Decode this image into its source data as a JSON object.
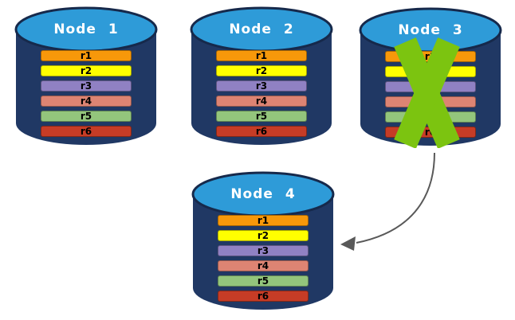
{
  "colors": {
    "background": "#ffffff",
    "cylinder_body": "#203864",
    "cylinder_edge": "#16294b",
    "cylinder_top": "#2E9BD8",
    "title_text": "#ffffff",
    "row_text": "#000000",
    "cross": "#7CC410",
    "arrow": "#595959"
  },
  "rows": [
    "r1",
    "r2",
    "r3",
    "r4",
    "r5",
    "r6"
  ],
  "row_colors": [
    "#F7980A",
    "#FFFF00",
    "#9081C3",
    "#DD8473",
    "#93C57C",
    "#C63C26"
  ],
  "nodes": [
    {
      "title": "Node 1",
      "failed": false
    },
    {
      "title": "Node 2",
      "failed": false
    },
    {
      "title": "Node 3",
      "failed": true
    },
    {
      "title": "Node 4",
      "failed": false
    }
  ],
  "icons": {
    "failed_cross": "x-mark",
    "transfer_arrow": "curved-arrow"
  }
}
